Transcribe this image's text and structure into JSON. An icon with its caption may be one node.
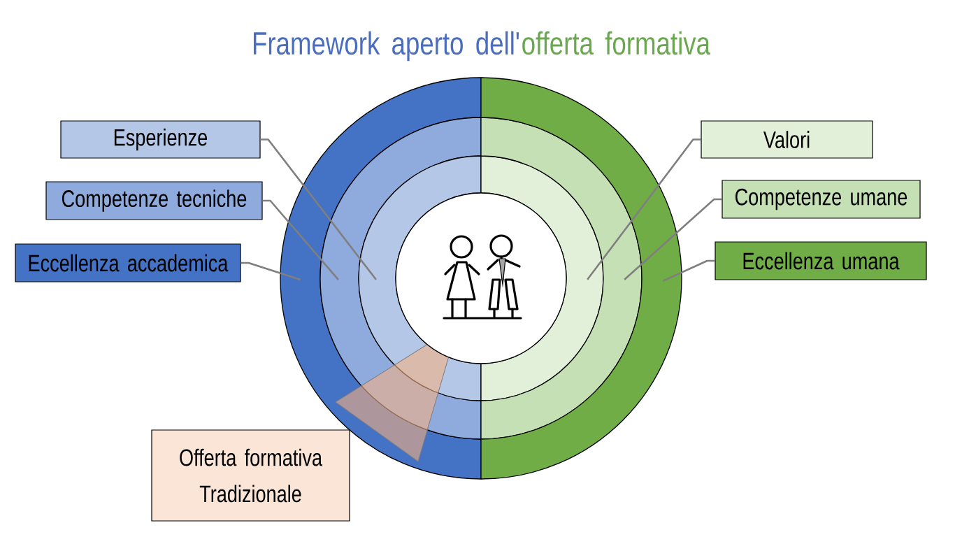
{
  "diagram": {
    "title": "Framework aperto dell'offerta formativa",
    "nodes": [
      {
        "text": [
          "Esperienze"
        ]
      },
      {
        "text": [
          "Valori"
        ]
      },
      {
        "text": [
          "Competenze tecniche"
        ]
      },
      {
        "text": [
          "Competenze umane"
        ]
      },
      {
        "text": [
          "Eccellenza accademica"
        ]
      },
      {
        "text": [
          "Eccellenza umana"
        ]
      },
      {
        "text": [
          "Offerta formativa Tradizionale"
        ]
      },
      {
        "text": [],
        "shape": "ring"
      },
      {
        "text": [],
        "shape": "ring"
      },
      {
        "text": [],
        "shape": "ring"
      },
      {
        "text": [],
        "shape": "ring"
      },
      {
        "text": [],
        "shape": "ring"
      },
      {
        "text": [],
        "shape": "ring"
      }
    ],
    "edges": [
      {
        "from": 0,
        "to": 9,
        "arrow": "none"
      },
      {
        "from": 1,
        "to": 10,
        "arrow": "none"
      },
      {
        "from": 2,
        "to": 8,
        "arrow": "none"
      },
      {
        "from": 3,
        "to": 11,
        "arrow": "none"
      },
      {
        "from": 4,
        "to": 7,
        "arrow": "none"
      },
      {
        "from": 5,
        "to": 12,
        "arrow": "none"
      }
    ]
  }
}
